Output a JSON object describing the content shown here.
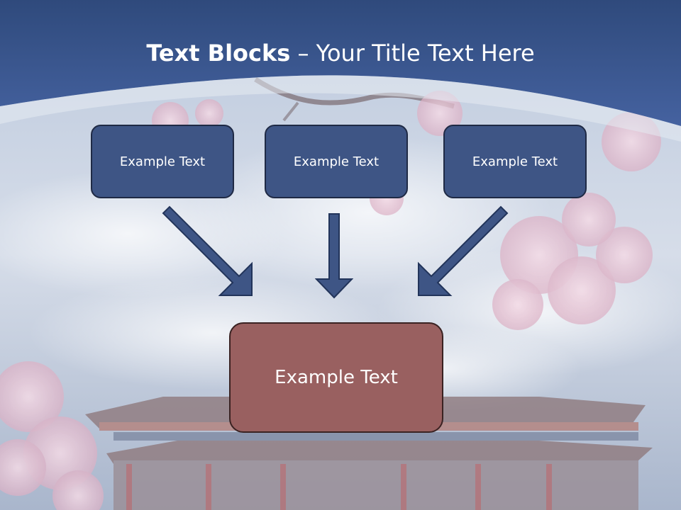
{
  "title": {
    "bold": "Text Blocks",
    "rest": " – Your Title Text Here"
  },
  "boxes": [
    {
      "label": "Example Text"
    },
    {
      "label": "Example Text"
    },
    {
      "label": "Example Text"
    }
  ],
  "target_box": {
    "label": "Example Text"
  },
  "colors": {
    "header_blue": "#3f5d95",
    "box_fill": "#3e5585",
    "target_fill": "#996060",
    "arrow_fill": "#3e5585",
    "sky": "#c9d3e3"
  }
}
